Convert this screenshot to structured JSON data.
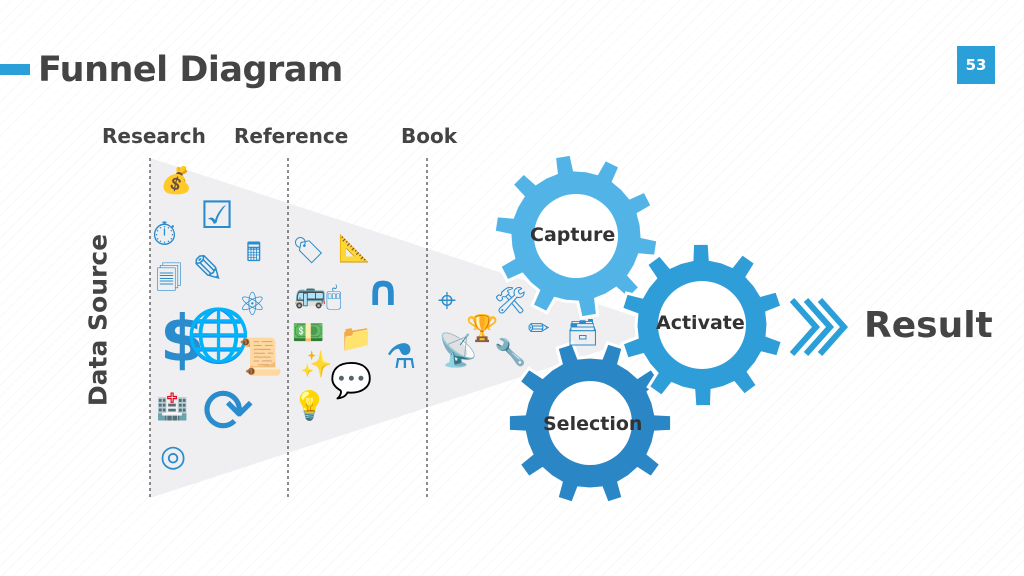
{
  "header": {
    "title": "Funnel Diagram",
    "page_number": "53"
  },
  "columns": {
    "col1": "Research",
    "col2": "Reference",
    "col3": "Book"
  },
  "side_label": "Data Source",
  "gears": {
    "capture": "Capture",
    "activate": "Activate",
    "selection": "Selection"
  },
  "result": "Result",
  "colors": {
    "accent": "#2a9fd8",
    "gear_light": "#52b4e6",
    "gear_mid": "#2f9ed8",
    "gear_dark": "#2a86c4",
    "text": "#444444"
  }
}
